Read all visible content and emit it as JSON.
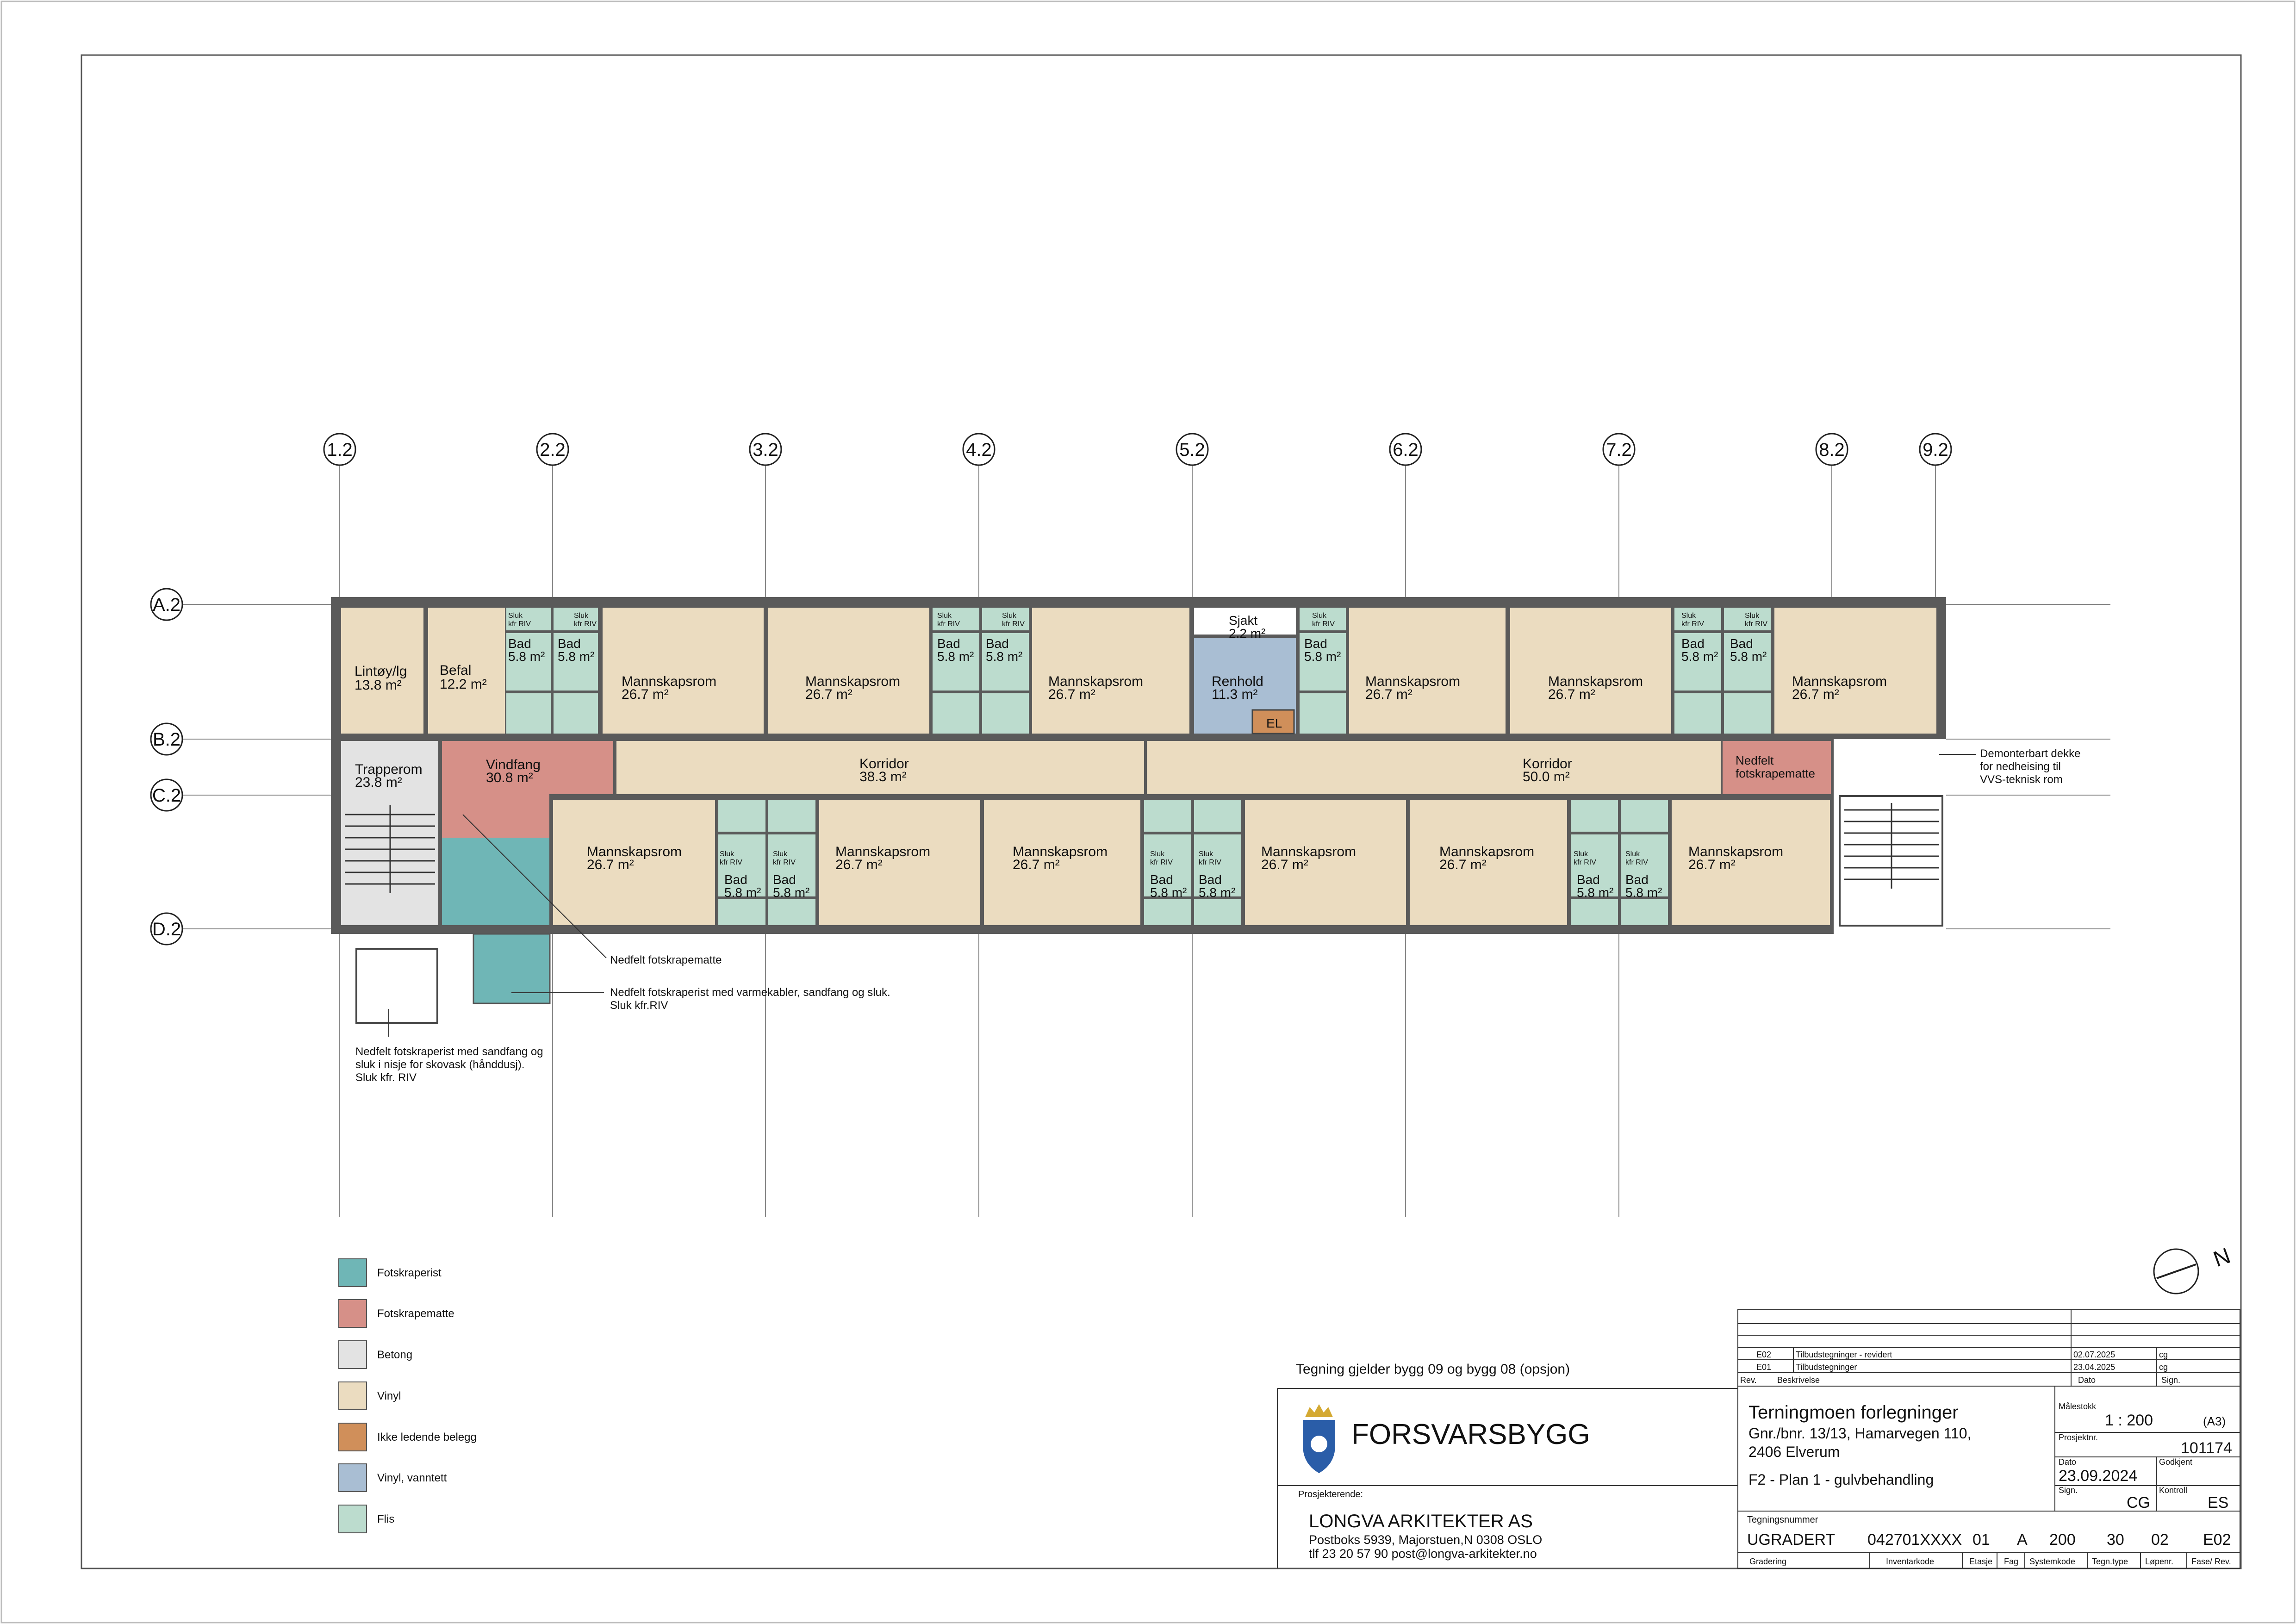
{
  "colors": {
    "fotskraperist": "#6fb6b6",
    "fotskrapematte": "#d69088",
    "betong": "#e3e3e3",
    "vinyl": "#ebdcc0",
    "ikke_ledende": "#d08f5a",
    "vinyl_vanntett": "#a9bed3",
    "flis": "#bcdcce",
    "wall": "#5a5a5a"
  },
  "grid": {
    "columns": [
      "1.2",
      "2.2",
      "3.2",
      "4.2",
      "5.2",
      "6.2",
      "7.2",
      "8.2",
      "9.2"
    ],
    "rows": [
      "A.2",
      "B.2",
      "C.2",
      "D.2"
    ]
  },
  "rooms": {
    "lintoy": {
      "name": "Lintøy/lg",
      "area": "13.8 m²"
    },
    "befal": {
      "name": "Befal",
      "area": "12.2 m²"
    },
    "mannskapsrom": "Mannskapsrom",
    "mannskap_area": "26.7 m²",
    "bad": "Bad",
    "bad_area": "5.8 m²",
    "sluk_line1": "Sluk",
    "sluk_line2": "kfr RIV",
    "sjakt": {
      "name": "Sjakt",
      "area": "2.2 m²"
    },
    "renhold": {
      "name": "Renhold",
      "area": "11.3 m²"
    },
    "el": "EL",
    "trapperom": {
      "name": "Trapperom",
      "area": "23.8 m²"
    },
    "vindfang": {
      "name": "Vindfang",
      "area": "30.8 m²"
    },
    "korridor1": {
      "name": "Korridor",
      "area": "38.3 m²"
    },
    "korridor2": {
      "name": "Korridor",
      "area": "50.0 m²"
    },
    "nedfelt_line1": "Nedfelt",
    "nedfelt_line2": "fotskrapematte"
  },
  "notes": {
    "demonterbart": [
      "Demonterbart dekke",
      "for nedheising til",
      "VVS-teknisk rom"
    ],
    "nedfelt_fotskrapematte": "Nedfelt fotskrapematte",
    "nedfelt_fotskraperist": [
      "Nedfelt fotskraperist med varmekabler, sandfang og sluk.",
      "Sluk kfr.RIV"
    ],
    "nisje": [
      "Nedfelt fotskraperist med sandfang og",
      "sluk i nisje for skovask (hånddusj).",
      "Sluk kfr. RIV"
    ]
  },
  "legend": [
    {
      "label": "Fotskraperist",
      "color": "#6fb6b6"
    },
    {
      "label": "Fotskrapematte",
      "color": "#d69088"
    },
    {
      "label": "Betong",
      "color": "#e3e3e3"
    },
    {
      "label": "Vinyl",
      "color": "#ebdcc0"
    },
    {
      "label": "Ikke ledende belegg",
      "color": "#d08f5a"
    },
    {
      "label": "Vinyl, vanntett",
      "color": "#a9bed3"
    },
    {
      "label": "Flis",
      "color": "#bcdcce"
    }
  ],
  "drawing_note": "Tegning gjelder bygg 09 og bygg 08 (opsjon)",
  "client_logo_text": "FORSVARSBYGG",
  "prosjekterende_label": "Prosjekterende:",
  "architect": {
    "name": "LONGVA  ARKITEKTER AS",
    "address": "Postboks 5939,  Majorstuen,N 0308 OSLO",
    "contact": "tlf 23 20 57 90   post@longva-arkitekter.no"
  },
  "revisions": {
    "rows": [
      {
        "rev": "E02",
        "desc": "Tilbudstegninger - revidert",
        "date": "02.07.2025",
        "sign": "cg"
      },
      {
        "rev": "E01",
        "desc": "Tilbudstegninger",
        "date": "23.04.2025",
        "sign": "cg"
      }
    ],
    "headers": {
      "rev": "Rev.",
      "desc": "Beskrivelse",
      "date": "Dato",
      "sign": "Sign."
    }
  },
  "project": {
    "title": "Terningmoen forlegninger",
    "address1": "Gnr./bnr. 13/13, Hamarvegen 110,",
    "address2": "2406 Elverum",
    "drawing_title": "F2 - Plan 1 - gulvbehandling"
  },
  "meta": {
    "malestokk_label": "Målestokk",
    "malestokk": "1 : 200",
    "paper": "(A3)",
    "prosjektnr_label": "Prosjektnr.",
    "prosjektnr": "101174",
    "dato_label": "Dato",
    "dato": "23.09.2024",
    "godkjent_label": "Godkjent",
    "sign_label": "Sign.",
    "sign": "CG",
    "kontroll_label": "Kontroll",
    "kontroll": "ES"
  },
  "tegningsnummer": {
    "label": "Tegningsnummer",
    "values": [
      "UGRADERT",
      "042701XXXX",
      "01",
      "A",
      "200",
      "30",
      "02",
      "E02"
    ],
    "headers": [
      "Gradering",
      "Inventarkode",
      "Etasje",
      "Fag",
      "Systemkode",
      "Tegn.type",
      "Løpenr.",
      "Fase/ Rev."
    ]
  },
  "north_label": "N"
}
